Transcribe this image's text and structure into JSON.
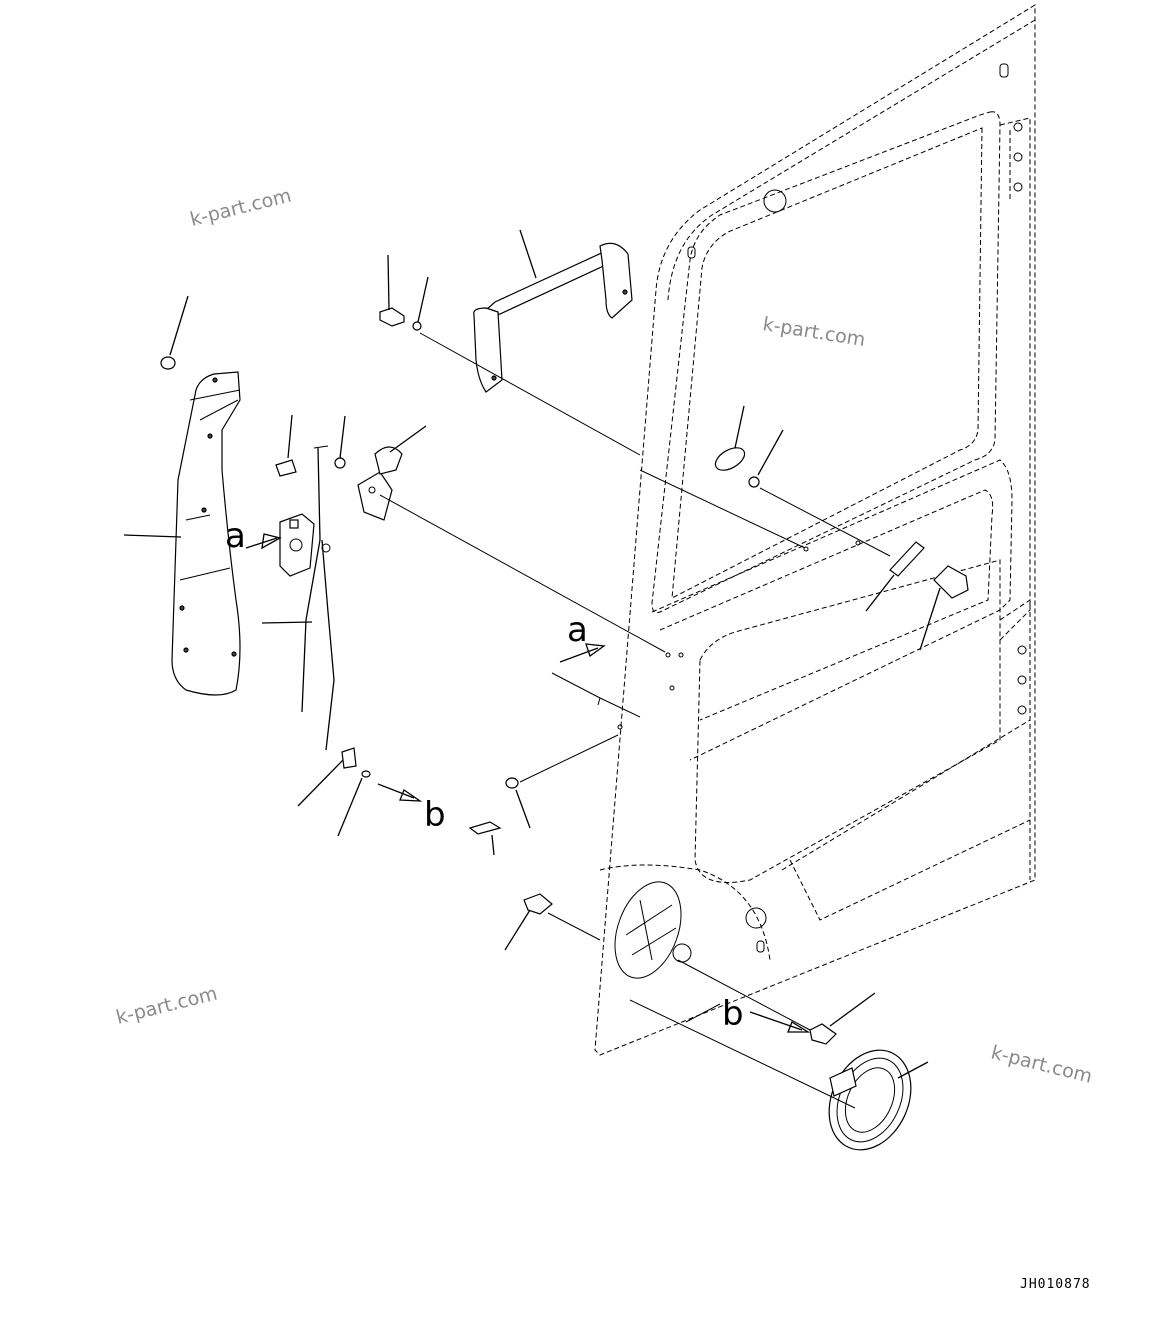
{
  "diagram": {
    "drawing_code": "JH010878",
    "view_marker_a": "a",
    "view_marker_b": "b",
    "watermark": "k-part.com"
  }
}
